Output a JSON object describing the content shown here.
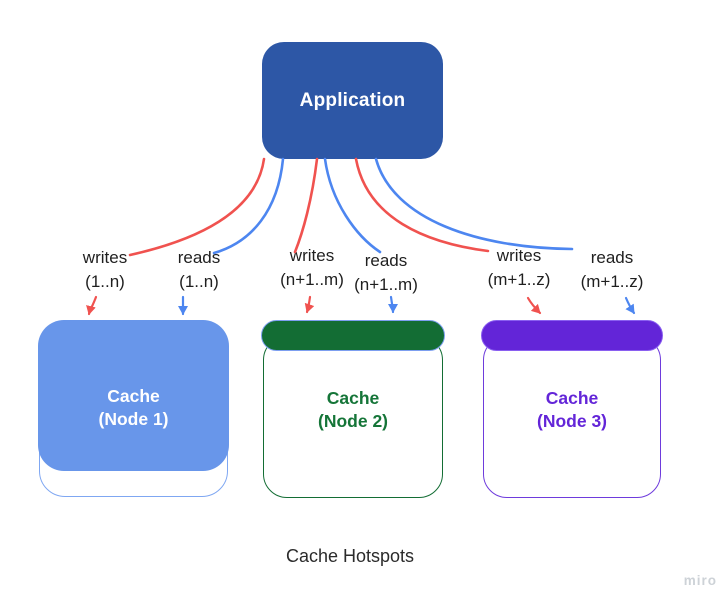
{
  "diagram": {
    "title": "Cache Hotspots",
    "watermark": "miro",
    "application": {
      "label": "Application"
    },
    "nodes": [
      {
        "line1": "Cache",
        "line2": "(Node 1)"
      },
      {
        "line1": "Cache",
        "line2": "(Node 2)"
      },
      {
        "line1": "Cache",
        "line2": "(Node 3)"
      }
    ],
    "edge_labels": [
      {
        "action": "writes",
        "range": "(1..n)"
      },
      {
        "action": "reads",
        "range": "(1..n)"
      },
      {
        "action": "writes",
        "range": "(n+1..m)"
      },
      {
        "action": "reads",
        "range": "(n+1..m)"
      },
      {
        "action": "writes",
        "range": "(m+1..z)"
      },
      {
        "action": "reads",
        "range": "(m+1..z)"
      }
    ]
  },
  "colors": {
    "app-blue": "#2d57a6",
    "node1-blue": "#6896ea",
    "node1-border": "#7fa7f2",
    "node2-green": "#136d34",
    "node2-text": "#157538",
    "node3-purple": "#6325d8",
    "node3-border": "#6e3bdc",
    "bar-outline": "#7d9ff0",
    "bar-outline3": "#8a5ff0",
    "writes-red": "#f0524f",
    "reads-blue": "#4d86f0",
    "text-dark": "#1f1f1f",
    "caption-gray": "#2b2b2b",
    "watermark-gray": "#cdd2d7"
  }
}
